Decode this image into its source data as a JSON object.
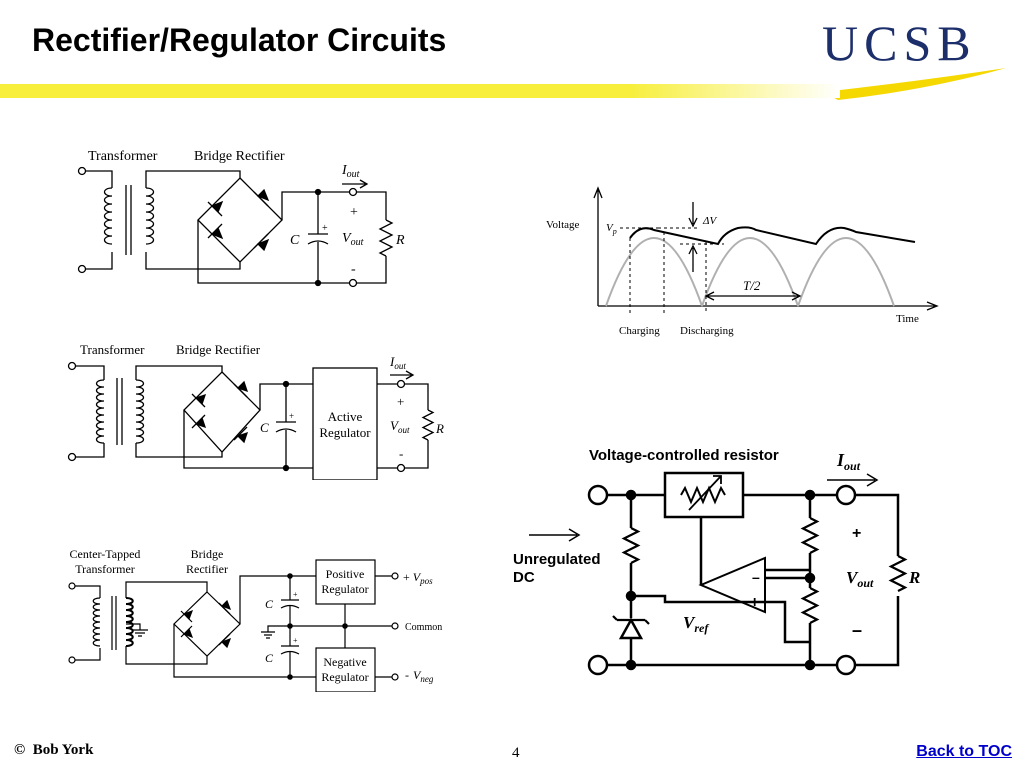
{
  "slide": {
    "title": "Rectifier/Regulator Circuits",
    "logo_text": "UCSB",
    "page_number": "4",
    "author": "Bob York",
    "copyright_symbol": "©",
    "toc_link": "Back to TOC"
  },
  "circuit1": {
    "transformer_label": "Transformer",
    "rectifier_label": "Bridge Rectifier",
    "iout": "I",
    "iout_sub": "out",
    "plus": "+",
    "minus": "-",
    "vout": "V",
    "vout_sub": "out",
    "cap": "C",
    "cap_plus": "+",
    "resistor": "R"
  },
  "circuit2": {
    "transformer_label": "Transformer",
    "rectifier_label": "Bridge Rectifier",
    "regulator_line1": "Active",
    "regulator_line2": "Regulator",
    "iout": "I",
    "iout_sub": "out",
    "plus": "+",
    "minus": "-",
    "vout": "V",
    "vout_sub": "out",
    "cap": "C",
    "cap_plus": "+",
    "resistor": "R"
  },
  "circuit3": {
    "transformer_line1": "Center-Tapped",
    "transformer_line2": "Transformer",
    "rectifier_line1": "Bridge",
    "rectifier_line2": "Rectifier",
    "pos_reg_line1": "Positive",
    "pos_reg_line2": "Regulator",
    "neg_reg_line1": "Negative",
    "neg_reg_line2": "Regulator",
    "vpos_sign": "+",
    "vpos": "V",
    "vpos_sub": "pos",
    "common": "Common",
    "vneg_sign": "-",
    "vneg": "V",
    "vneg_sub": "neg",
    "cap_top": "C",
    "cap_bottom": "C",
    "cap_plus": "+"
  },
  "waveform": {
    "ylabel": "Voltage",
    "xlabel": "Time",
    "vp": "V",
    "vp_sub": "p",
    "delta_v": "ΔV",
    "half_period": "T/2",
    "charging": "Charging",
    "discharging": "Discharging",
    "colors": {
      "sine": "#b0b0b0",
      "output": "#000000"
    }
  },
  "regulator": {
    "title": "Voltage-controlled resistor",
    "iout": "I",
    "iout_sub": "out",
    "input_line1": "Unregulated",
    "input_line2": "DC",
    "vref": "V",
    "vref_sub": "ref",
    "opamp_minus": "–",
    "opamp_plus": "+",
    "plus": "+",
    "minus": "–",
    "vout": "V",
    "vout_sub": "out",
    "resistor": "R"
  },
  "colors": {
    "accent": "#f7ef3c",
    "logo_blue": "#1d2f6b",
    "logo_gold": "#f5d800",
    "link": "#0000cc"
  }
}
